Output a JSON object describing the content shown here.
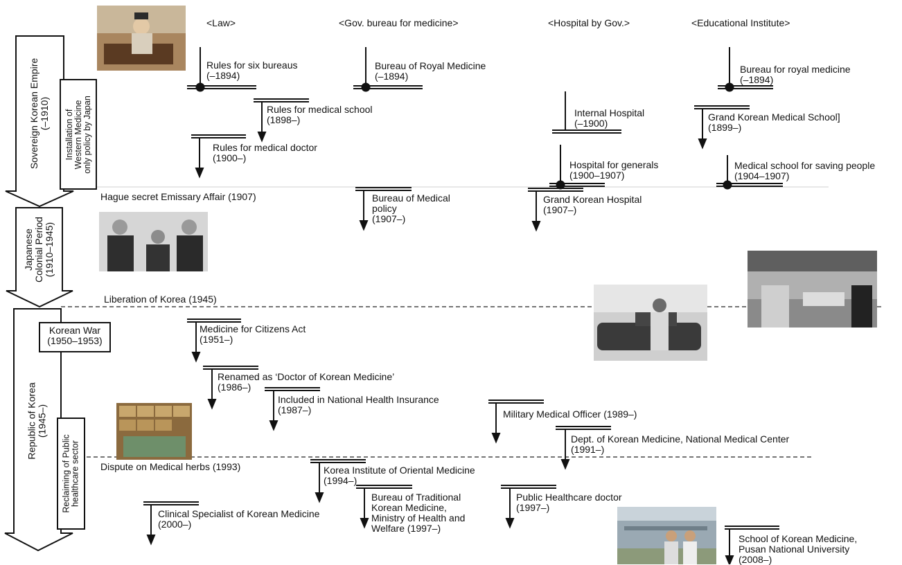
{
  "headers": {
    "law": "<Law>",
    "gov_bureau": "<Gov. bureau for medicine>",
    "hospital": "<Hospital by Gov.>",
    "education": "<Educational Institute>"
  },
  "periods": {
    "empire": "Sovereign Korean Empire\n(–1910)",
    "colonial": "Japanese\nColonial Period\n(1910–1945)",
    "republic": "Republic of Korea\n(1945–)"
  },
  "sub_periods": {
    "western": "Installation of\nWestern Medicine\nonly policy by Japan",
    "reclaiming": "Reclaiming of Public\nhealthcare sector"
  },
  "korean_war": "Korean War\n(1950–1953)",
  "events": {
    "hague": "Hague secret Emissary Affair (1907)",
    "liberation": "Liberation of Korea (1945)",
    "dispute": "Dispute on Medical herbs (1993)"
  },
  "law": {
    "six_bureaus": "Rules for six bureaus\n(–1894)",
    "medical_school": "Rules for medical school\n(1898–)",
    "medical_doctor": "Rules for medical doctor\n(1900–)",
    "citizens_act": "Medicine for Citizens Act\n(1951–)",
    "renamed": "Renamed as ‘Doctor of Korean Medicine’\n(1986–)",
    "insurance": "Included in National Health Insurance\n(1987–)",
    "specialist": "Clinical Specialist of Korean Medicine\n(2000–)"
  },
  "bureau": {
    "royal": "Bureau of Royal Medicine\n(–1894)",
    "policy": "Bureau of Medical\npolicy\n(1907–)",
    "institute": "Korea Institute of Oriental Medicine\n(1994–)",
    "traditional": "Bureau of Traditional\nKorean Medicine,\nMinistry of Health and\nWelfare (1997–)"
  },
  "hospital": {
    "internal": "Internal Hospital\n(–1900)",
    "generals": "Hospital for generals\n(1900–1907)",
    "grand": "Grand Korean Hospital\n(1907–)",
    "military": "Military Medical Officer (1989–)",
    "dept": "Dept. of Korean Medicine, National Medical Center\n(1991–)",
    "public_doctor": "Public Healthcare doctor\n(1997–)"
  },
  "education": {
    "royal": "Bureau for royal medicine\n(–1894)",
    "grand_school": "Grand Korean Medical School]\n(1899–)",
    "saving": "Medical school for saving people\n(1904–1907)",
    "pusan": "School of Korean Medicine,\nPusan National University\n(2008–)"
  }
}
